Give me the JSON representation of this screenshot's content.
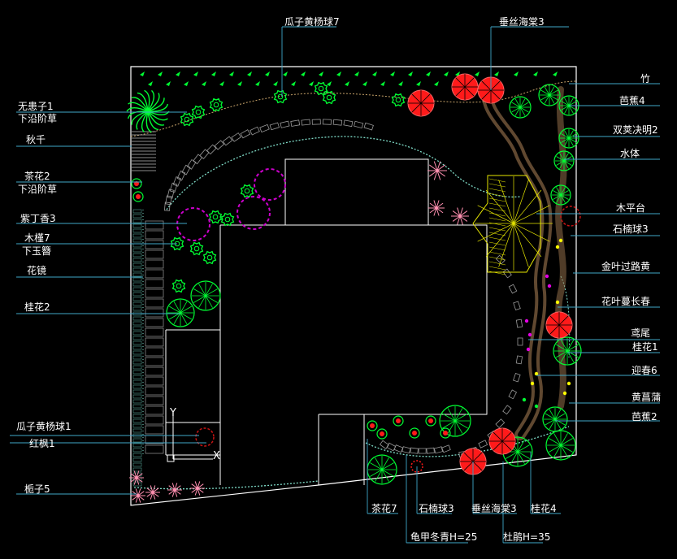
{
  "diagram": {
    "labels_left": [
      "无患子1",
      "下沿阶草",
      "秋千",
      "茶花2",
      "下沿阶草",
      "紫丁香3",
      "木槿7",
      "下玉簪",
      "花镜",
      "桂花2",
      "瓜子黄杨球1",
      "红枫1",
      "栀子5"
    ],
    "labels_top": [
      "瓜子黄杨球7",
      "垂丝海棠3"
    ],
    "labels_right": [
      "竹",
      "芭蕉4",
      "双荚决明2",
      "水体",
      "木平台",
      "石楠球3",
      "金叶过路黄",
      "花叶蔓长春",
      "鸢尾",
      "桂花1",
      "迎春6",
      "黄菖蒲",
      "芭蕉2"
    ],
    "labels_bottom": [
      "茶花7",
      "石楠球3",
      "垂丝海棠3",
      "桂花4",
      "龟甲冬青H=25",
      "杜鹃H=35"
    ],
    "axis": {
      "y": "Y",
      "x": "X"
    }
  },
  "colors": {
    "background": "#000000",
    "boundary": "#ffffff",
    "leader": "#3fa7c9",
    "shrub_green": "#00ff33",
    "tree_red": "#ff1a1a",
    "magenta": "#cc00cc",
    "pink": "#ff8fb0",
    "stone": "#a07850",
    "deck": "#e6e600",
    "paving": "#9a9a9a",
    "border_dots": "#7fdcc8"
  }
}
